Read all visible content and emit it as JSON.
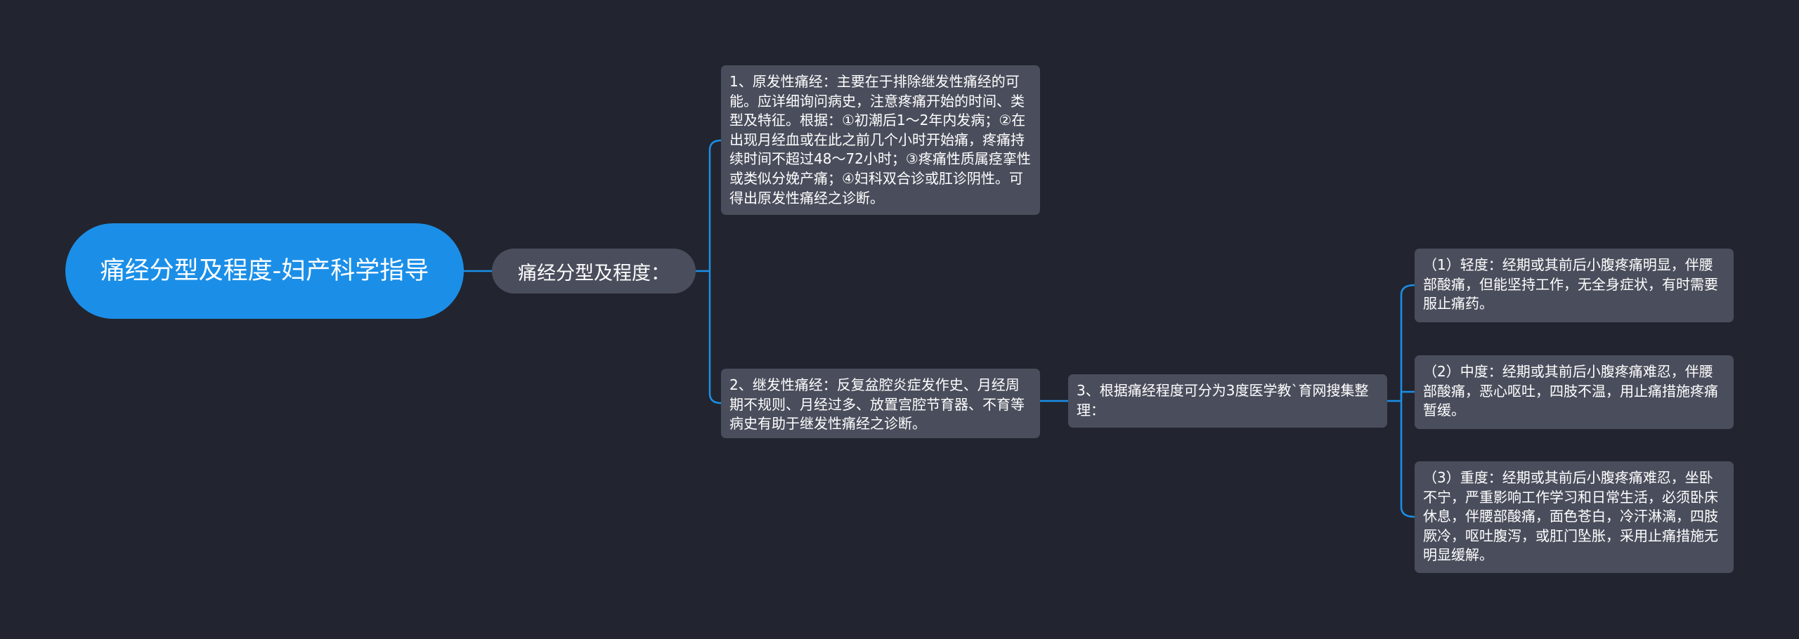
{
  "mindmap": {
    "root": {
      "label": "痛经分型及程度-妇产科学指导"
    },
    "branch": {
      "label": "痛经分型及程度："
    },
    "primary": {
      "text": "1、原发性痛经：主要在于排除继发性痛经的可能。应详细询问病史，注意疼痛开始的时间、类型及特征。根据：①初潮后1～2年内发病；②在出现月经血或在此之前几个小时开始痛，疼痛持续时间不超过48～72小时；③疼痛性质属痉挛性或类似分娩产痛；④妇科双合诊或肛诊阴性。可得出原发性痛经之诊断。"
    },
    "secondary": {
      "text": "2、继发性痛经：反复盆腔炎症发作史、月经周期不规则、月经过多、放置宫腔节育器、不育等病史有助于继发性痛经之诊断。"
    },
    "severity": {
      "text": "3、根据痛经程度可分为3度医学教`育网搜集整理："
    },
    "mild": {
      "text": "（1）轻度：经期或其前后小腹疼痛明显，伴腰部酸痛，但能坚持工作，无全身症状，有时需要服止痛药。"
    },
    "moderate": {
      "text": "（2）中度：经期或其前后小腹疼痛难忍，伴腰部酸痛，恶心呕吐，四肢不温，用止痛措施疼痛暂缓。"
    },
    "severe": {
      "text": "（3）重度：经期或其前后小腹疼痛难忍，坐卧不宁，严重影响工作学习和日常生活，必须卧床休息，伴腰部酸痛，面色苍白，冷汗淋漓，四肢厥冷，呕吐腹泻，或肛门坠胀，采用止痛措施无明显缓解。"
    }
  },
  "colors": {
    "background": "#22252f",
    "root_fill": "#1b8fe8",
    "node_fill": "#4a4e5c",
    "connector": "#1b8fe8",
    "text": "#ffffff"
  }
}
